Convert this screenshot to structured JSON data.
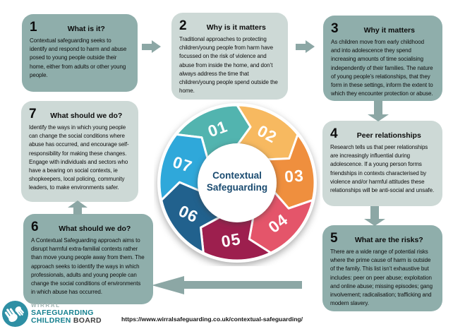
{
  "boxes": [
    {
      "number": "1",
      "title": "What is it?",
      "variant": "dark",
      "body": "Contextual safeguarding seeks to identify and respond to harm and abuse posed to young people outside their home, either from adults or other young people."
    },
    {
      "number": "2",
      "title": "Why is it matters",
      "variant": "light",
      "body": "Traditional approaches to protecting children/young people from harm have focussed on the risk of violence and abuse from inside the home, and don’t always address the time that children/young people spend outside the home."
    },
    {
      "number": "3",
      "title": "Why it matters",
      "variant": "dark",
      "body": "As children move from early childhood and into adolescence they spend increasing amounts of time socialising independently of their families. The nature of young people’s relationships, that they form in these settings, inform the extent to which they encounter protection or abuse."
    },
    {
      "number": "4",
      "title": "Peer relationships",
      "variant": "light",
      "body": "Research tells us that peer relationships are increasingly influential during adolescence. If a young person forms friendships in contexts characterised by violence and/or harmful attitudes these relationships will be anti-social and unsafe."
    },
    {
      "number": "5",
      "title": "What are the risks?",
      "variant": "dark",
      "body": "There are a wide range of potential risks where the prime cause of harm is outside of the family. This list isn’t exhaustive but includes: peer on peer abuse; exploitation and online abuse; missing episodes; gang involvement; radicalisation; trafficking and modern slavery."
    },
    {
      "number": "6",
      "title": "What should we do?",
      "variant": "dark",
      "body": "A Contextual Safeguarding approach aims to disrupt harmful extra-familial contexts rather than move young people away from them. The approach seeks to identify the ways in which professionals, adults and young people can change the social conditions of environments in which abuse has occurred."
    },
    {
      "number": "7",
      "title": "What should we do?",
      "variant": "light",
      "body": "Identify the ways in which young people can change the social conditions where abuse has occurred, and encourage self-responsibility for making these changes. Engage with individuals and sectors who have a bearing on social contexts, ie shopkeepers, local policing, community leaders, to make environments safer."
    }
  ],
  "ring": {
    "center_line1": "Contextual",
    "center_line2": "Safeguarding",
    "segments": [
      {
        "label": "01",
        "color": "#52B4AF"
      },
      {
        "label": "02",
        "color": "#F7B960"
      },
      {
        "label": "03",
        "color": "#EF8F3E"
      },
      {
        "label": "04",
        "color": "#E4556A"
      },
      {
        "label": "05",
        "color": "#9D1F4E"
      },
      {
        "label": "06",
        "color": "#21618D"
      },
      {
        "label": "07",
        "color": "#2FA8DA"
      }
    ]
  },
  "footer": {
    "org_line1": "WIRRAL",
    "org_line2": "SAFEGUARDING",
    "org_line3a": "CHILDREN",
    "org_line3b": "BOARD",
    "url": "https://www.wirralsafeguarding.co.uk/contextual-safeguarding/"
  },
  "colors": {
    "box_dark": "#8FAEAB",
    "box_light": "#CDD9D6",
    "connector": "#8CA7A5",
    "center_text": "#1A4B70",
    "logo_teal": "#2E8FA4"
  }
}
